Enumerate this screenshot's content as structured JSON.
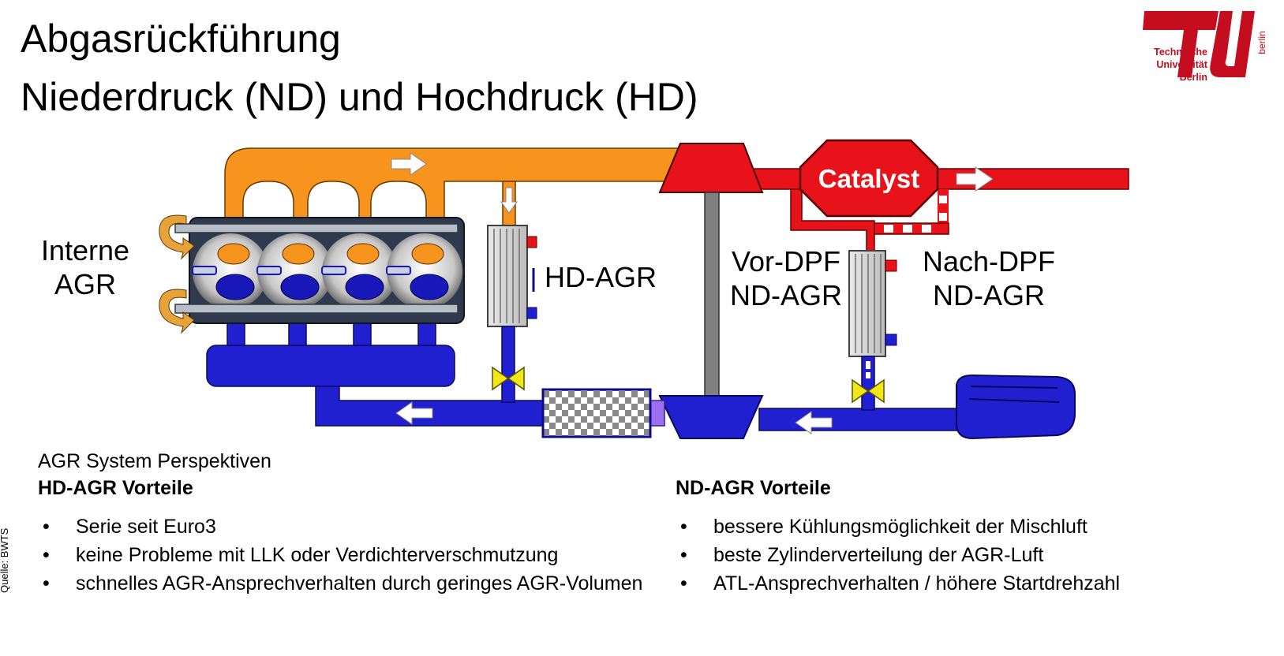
{
  "header": {
    "title_line1": "Abgasrückführung",
    "title_line2": "Niederdruck (ND) und Hochdruck (HD)"
  },
  "logo": {
    "line1": "Technische",
    "line2": "Universität",
    "line3": "Berlin",
    "vertical_text": "berlin",
    "color": "#c40d1e"
  },
  "diagram": {
    "label_internal_line1": "Interne",
    "label_internal_line2": "AGR",
    "label_hd": "HD-AGR",
    "label_pre_dpf_line1": "Vor-DPF",
    "label_pre_dpf_line2": "ND-AGR",
    "label_post_dpf_line1": "Nach-DPF",
    "label_post_dpf_line2": "ND-AGR",
    "catalyst_label": "Catalyst",
    "colors": {
      "exhaust_hot": "#f7941d",
      "exhaust_catalyst": "#e8121b",
      "intake": "#2020d0",
      "intake_dark": "#0c0c8a",
      "shaft": "#808080"
    }
  },
  "content": {
    "section_title": "AGR System Perspektiven",
    "hd": {
      "heading": "HD-AGR Vorteile",
      "items": [
        "Serie seit Euro3",
        "keine Probleme mit LLK oder Verdichterverschmutzung",
        "schnelles AGR-Ansprechverhalten durch geringes AGR-Volumen"
      ]
    },
    "nd": {
      "heading": "ND-AGR Vorteile",
      "items": [
        "bessere Kühlungsmöglichkeit der Mischluft",
        "beste Zylinderverteilung der AGR-Luft",
        "ATL-Ansprechverhalten / höhere Startdrehzahl"
      ]
    }
  },
  "footer": {
    "source": "Quelle: BWTS"
  }
}
